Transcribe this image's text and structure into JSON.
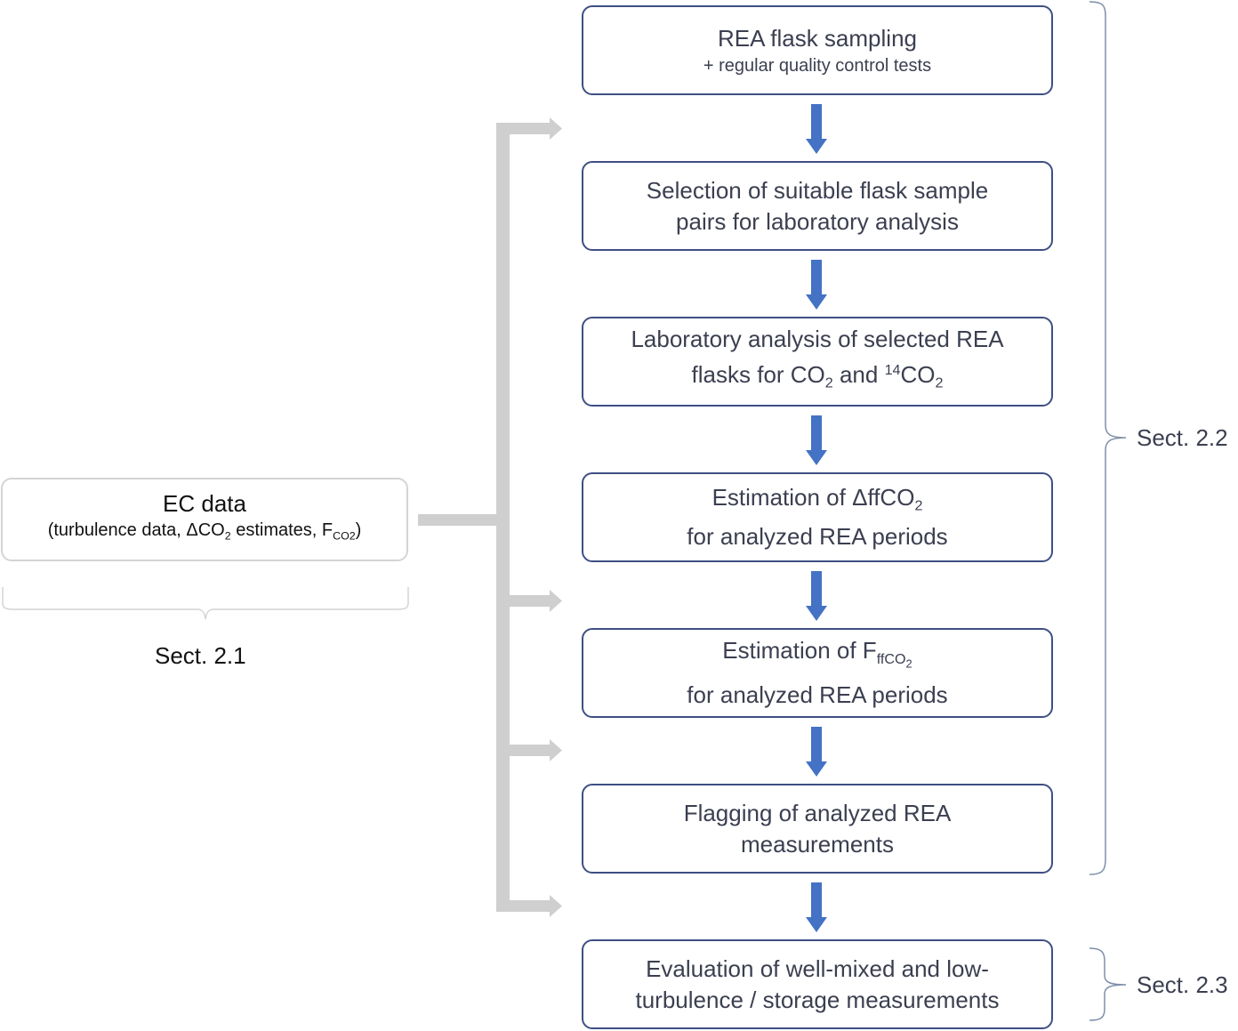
{
  "steps": [
    {
      "line1": "REA flask sampling",
      "line2": "+ regular quality control tests"
    },
    {
      "line1": "Selection of suitable flask sample",
      "line2": "pairs for laboratory analysis"
    },
    {
      "line1_a": "Laboratory analysis of selected REA",
      "line2_a": "flasks for CO",
      "line2_b": "2",
      "line2_c": " and ",
      "line2_d": "14",
      "line2_e": "CO",
      "line2_f": "2"
    },
    {
      "line1_a": "Estimation of ΔffCO",
      "line1_b": "2",
      "line2": "for analyzed REA periods"
    },
    {
      "line1_a": "Estimation of F",
      "line1_b": "ffCO",
      "line1_c": "2",
      "line2": "for analyzed REA periods"
    },
    {
      "line1": "Flagging of analyzed REA",
      "line2": "measurements"
    },
    {
      "line1": "Evaluation of well-mixed and low-",
      "line2": "turbulence / storage measurements"
    }
  ],
  "ec": {
    "title": "EC data",
    "detail_a": "(turbulence data, ΔCO",
    "detail_b": "2",
    "detail_c": " estimates, F",
    "detail_d": "CO2",
    "detail_e": ")"
  },
  "sections": {
    "s21": "Sect. 2.1",
    "s22": "Sect. 2.2",
    "s23": "Sect. 2.3"
  },
  "colors": {
    "box_border": "#3e4f83",
    "flow_arrow": "#4472c4",
    "feed_arrow": "#d0cfd0",
    "bracket": "#7f8fa9",
    "ec_border": "#d4d4d4"
  }
}
